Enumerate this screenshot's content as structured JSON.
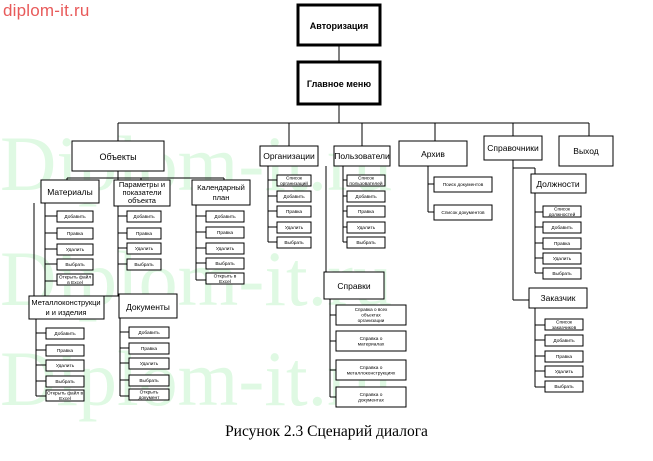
{
  "site_label": "diplom-it.ru",
  "watermark": "Diplom-it.ru",
  "caption": "Рисунок 2.3 Сценарий диалога",
  "nodes": {
    "auth": "Авторизация",
    "main_menu": "Главное меню",
    "objects": "Объекты",
    "orgs": "Организации",
    "users": "Пользователи",
    "archive": "Архив",
    "refs": "Справочники",
    "exit": "Выход",
    "materials": "Материалы",
    "params": [
      "Параметры и",
      "показатели",
      "объекта"
    ],
    "calendar": [
      "Календарный",
      "план"
    ],
    "metal": [
      "Металлоконструкци",
      "и и изделия"
    ],
    "documents": "Документы",
    "reports": "Справки",
    "positions": "Должности",
    "customer": "Заказчик",
    "mat_items": [
      "Добавить",
      "Правка",
      "Удалить",
      "Выбрать",
      [
        "Открыть файл",
        "в Excel"
      ]
    ],
    "param_items": [
      "Добавить",
      "Правка",
      "Удалить",
      "Выбрать"
    ],
    "cal_items": [
      "Добавить",
      "Правка",
      "Удалить",
      "Выбрать",
      [
        "Открыть в",
        "Excel"
      ]
    ],
    "org_items": [
      [
        "Список",
        "организаций"
      ],
      "Добавить",
      "Правка",
      "Удалить",
      "Выбрать"
    ],
    "user_items": [
      [
        "Список",
        "пользователей"
      ],
      "Добавить",
      "Правка",
      "Удалить",
      "Выбрать"
    ],
    "archive_items": [
      "Поиск документов",
      "Список документов"
    ],
    "metal_items": [
      "Добавить",
      "Правка",
      "Удалить",
      "Выбрать",
      [
        "Открыть файл в",
        "Excel"
      ]
    ],
    "doc_items": [
      "Добавить",
      "Правка",
      "Удалить",
      "Выбрать",
      [
        "Открыть",
        "документ"
      ]
    ],
    "report_items": [
      [
        "Справка о всех",
        "объектах",
        "организации"
      ],
      [
        "Справка о",
        "материалах"
      ],
      [
        "Справка о",
        "металлоконструкциях"
      ],
      [
        "Справка о",
        "документах"
      ]
    ],
    "pos_items": [
      [
        "Список",
        "должностей"
      ],
      "Добавить",
      "Правка",
      "Удалить",
      "Выбрать"
    ],
    "cust_items": [
      [
        "Список",
        "заказчиков"
      ],
      "Добавить",
      "Правка",
      "Удалить",
      "Выбрать"
    ]
  }
}
